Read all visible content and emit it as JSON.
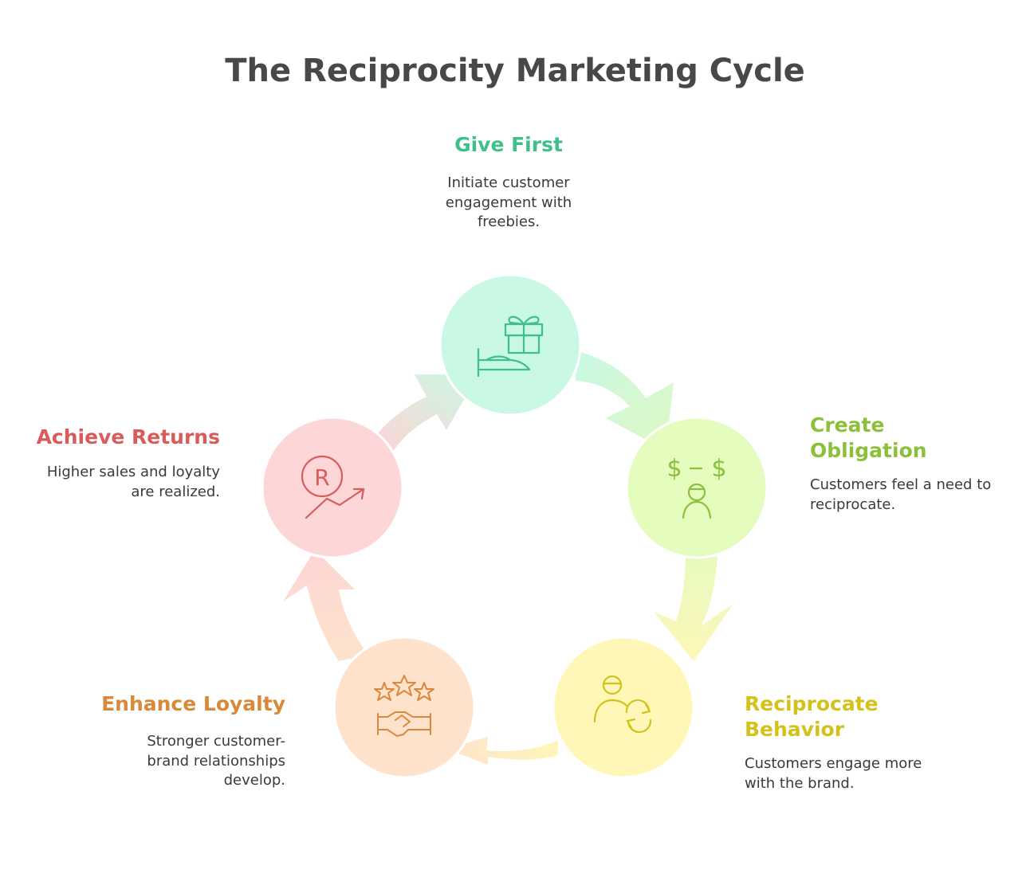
{
  "title": "The Reciprocity Marketing Cycle",
  "colors": {
    "give": "#3fbf8a",
    "obligation": "#8cbf3a",
    "reciprocate": "#d4c21c",
    "loyalty": "#d9893a",
    "returns": "#d95c5c"
  },
  "steps": [
    {
      "key": "give",
      "title": "Give First",
      "description": "Initiate customer engagement with freebies.",
      "icon": "gift-hand-icon"
    },
    {
      "key": "obligation",
      "title": "Create Obligation",
      "description": "Customers feel a need to reciprocate.",
      "icon": "dollar-exchange-person-icon"
    },
    {
      "key": "reciprocate",
      "title": "Reciprocate Behavior",
      "description": "Customers engage more with the brand.",
      "icon": "person-refresh-icon"
    },
    {
      "key": "loyalty",
      "title": "Enhance Loyalty",
      "description": "Stronger customer-brand relationships develop.",
      "icon": "stars-handshake-icon"
    },
    {
      "key": "returns",
      "title": "Achieve Returns",
      "description": "Higher sales and loyalty are realized.",
      "icon": "registered-trend-icon"
    }
  ]
}
